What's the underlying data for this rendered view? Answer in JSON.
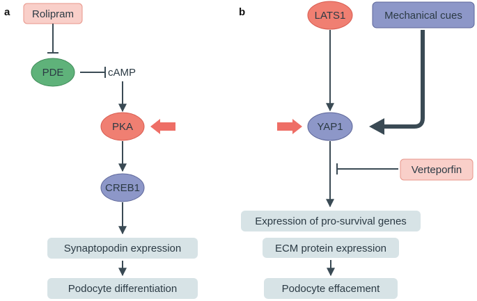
{
  "panel_a": {
    "letter": "a",
    "rolipram": "Rolipram",
    "pde": "PDE",
    "camp": "cAMP",
    "pka": "PKA",
    "creb1": "CREB1",
    "synaptopodin": "Synaptopodin expression",
    "differentiation": "Podocyte differentiation"
  },
  "panel_b": {
    "letter": "b",
    "lats1": "LATS1",
    "mechanical": "Mechanical  cues",
    "yap1": "YAP1",
    "verteporfin": "Verteporfin",
    "prosurvival": "Expression of pro-survival genes",
    "ecm": "ECM protein expression",
    "effacement": "Podocyte effacement"
  },
  "colors": {
    "pink_fill": "#f9cfc9",
    "pink_stroke": "#e8968a",
    "red_fill": "#f07f72",
    "green_fill": "#5fb27a",
    "blue_fill": "#8d97c8",
    "blue_stroke": "#5d6699",
    "grey_box": "#d7e3e6",
    "arrow": "#3a4a54",
    "highlight_arrow": "#ee6e66"
  }
}
